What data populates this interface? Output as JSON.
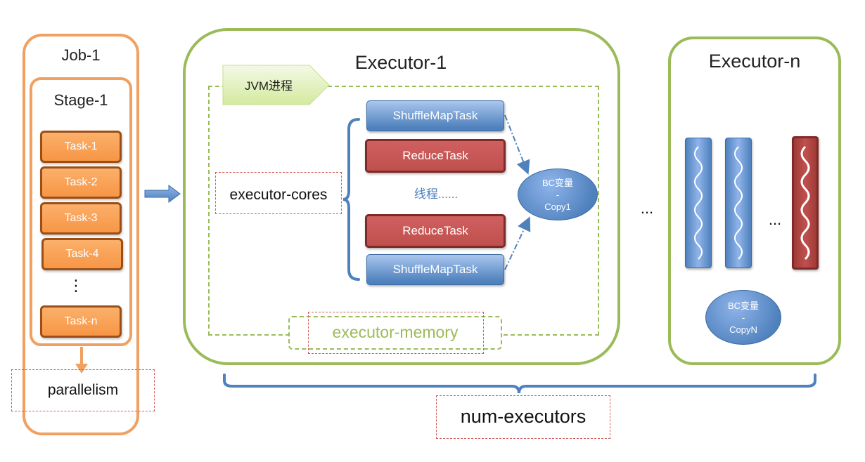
{
  "job": {
    "title": "Job-1",
    "stage": {
      "title": "Stage-1",
      "tasks": [
        "Task-1",
        "Task-2",
        "Task-3",
        "Task-4"
      ],
      "ellipsis": "⋮",
      "last_task": "Task-n"
    },
    "parallelism_label": "parallelism"
  },
  "executor1": {
    "title": "Executor-1",
    "jvm_label": "JVM进程",
    "cores_label": "executor-cores",
    "tasks": [
      {
        "label": "ShuffleMapTask",
        "kind": "shuffle"
      },
      {
        "label": "ReduceTask",
        "kind": "reduce"
      },
      {
        "label": "ReduceTask",
        "kind": "reduce"
      },
      {
        "label": "ShuffleMapTask",
        "kind": "shuffle"
      }
    ],
    "threads_label": "线程......",
    "broadcast": {
      "line1": "BC变量",
      "line2": "-",
      "line3": "Copy1"
    },
    "memory_label": "executor-memory"
  },
  "between_ellipsis": "...",
  "executorN": {
    "title": "Executor-n",
    "threads": [
      "blue",
      "blue",
      "red"
    ],
    "threads_ellipsis": "...",
    "broadcast": {
      "line1": "BC变量",
      "line2": "-",
      "line3": "CopyN"
    }
  },
  "num_executors_label": "num-executors",
  "colors": {
    "job_border": "#f0a060",
    "task_fill": "#f79646",
    "executor_border": "#9bbb59",
    "shuffle_blue": "#4f81bd",
    "reduce_red": "#c0504d",
    "annotation_dashed": "#d05a5a"
  }
}
